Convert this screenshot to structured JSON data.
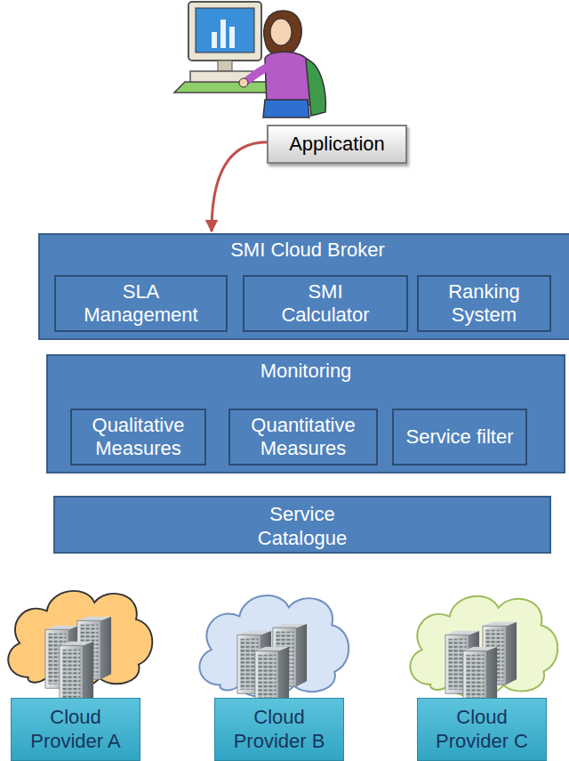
{
  "diagram": {
    "nodes": [
      {
        "text": [
          "Application"
        ]
      },
      {
        "text": [
          "SMI Cloud Broker"
        ]
      },
      {
        "text": [
          "SLA Management"
        ],
        "in": 1
      },
      {
        "text": [
          "SMI Calculator"
        ],
        "in": 1
      },
      {
        "text": [
          "Ranking System"
        ],
        "in": 1
      },
      {
        "text": [
          "Monitoring"
        ]
      },
      {
        "text": [
          "Qualitative Measures"
        ],
        "in": 5
      },
      {
        "text": [
          "Quantitative Measures"
        ],
        "in": 5
      },
      {
        "text": [
          "Service filter"
        ],
        "in": 5
      },
      {
        "text": [
          "Service Catalogue"
        ]
      },
      {
        "text": [
          "Cloud Provider A"
        ]
      },
      {
        "text": [
          "Cloud Provider B"
        ]
      },
      {
        "text": [
          "Cloud Provider C"
        ]
      }
    ],
    "edges": [
      {
        "from": 0,
        "to": 1,
        "arrow": "to"
      }
    ]
  }
}
